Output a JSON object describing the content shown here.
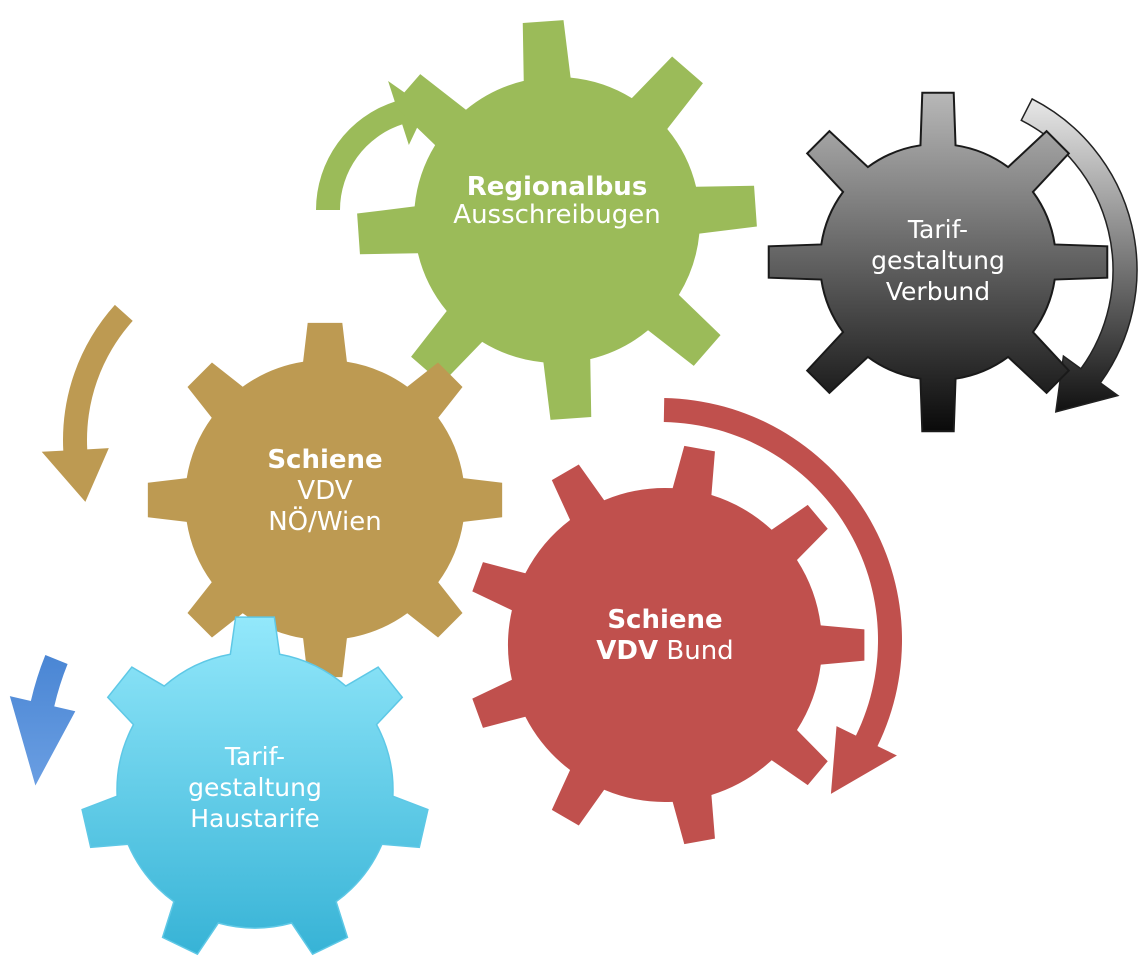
{
  "gears": [
    {
      "id": "regionalbus",
      "color": "#9bbb59",
      "lines": [
        [
          {
            "text": "Regionalbus",
            "bold": true
          }
        ],
        [
          {
            "text": "Ausschreibugen",
            "bold": false
          }
        ]
      ]
    },
    {
      "id": "tarifgestaltung-verbund",
      "color_top": "#b8b8b8",
      "color_bottom": "#0a0a0a",
      "lines": [
        [
          {
            "text": "Tarif-",
            "bold": false
          }
        ],
        [
          {
            "text": "gestaltung",
            "bold": false
          }
        ],
        [
          {
            "text": "Verbund",
            "bold": false
          }
        ]
      ]
    },
    {
      "id": "schiene-vdv-noe-wien",
      "color": "#bd9a52",
      "lines": [
        [
          {
            "text": "Schiene",
            "bold": true
          }
        ],
        [
          {
            "text": "VDV",
            "bold": false
          }
        ],
        [
          {
            "text": "NÖ/Wien",
            "bold": false
          }
        ]
      ]
    },
    {
      "id": "schiene-vdv-bund",
      "color": "#c0504d",
      "lines": [
        [
          {
            "text": "Schiene",
            "bold": true
          }
        ],
        [
          {
            "text": "VDV",
            "bold": true
          },
          {
            "text": " Bund",
            "bold": false
          }
        ]
      ]
    },
    {
      "id": "tarifgestaltung-haustarife",
      "color_top": "#93e8fb",
      "color_bottom": "#37b3d6",
      "lines": [
        [
          {
            "text": "Tarif-",
            "bold": false
          }
        ],
        [
          {
            "text": "gestaltung",
            "bold": false
          }
        ],
        [
          {
            "text": "Haustarife",
            "bold": false
          }
        ]
      ]
    }
  ],
  "arrows": [
    {
      "id": "green",
      "color": "#9bbb59"
    },
    {
      "id": "gray",
      "color": "#555555"
    },
    {
      "id": "tan",
      "color": "#bd9a52"
    },
    {
      "id": "red",
      "color": "#c0504d"
    },
    {
      "id": "blue",
      "color": "#5b8fd6"
    }
  ]
}
